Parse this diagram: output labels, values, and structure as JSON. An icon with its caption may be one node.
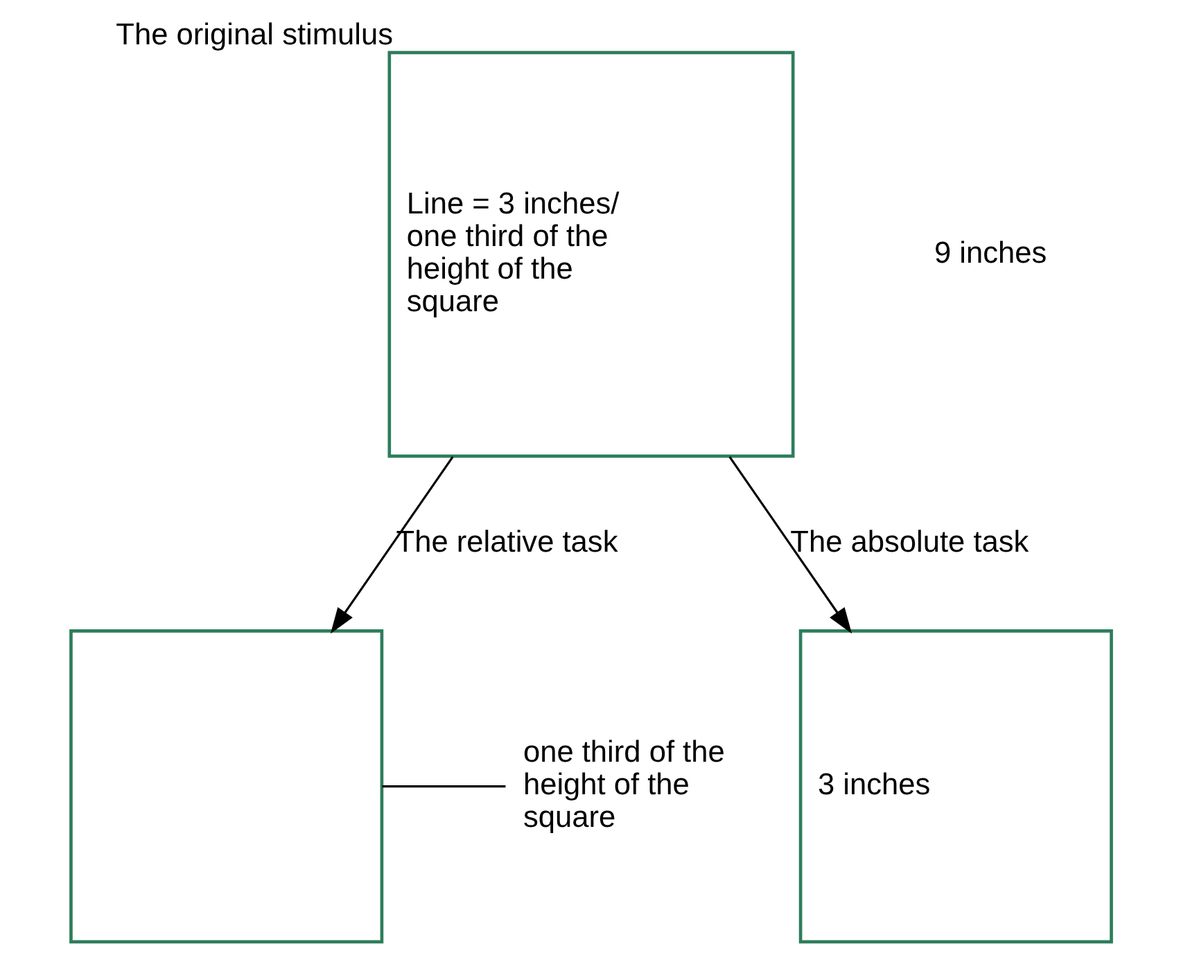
{
  "diagram": {
    "nodes": [
      {
        "text": [
          "Line = 3 inches/ one third of the height of the square"
        ],
        "beside": [
          "The original stimulus"
        ]
      },
      {
        "text": [],
        "shape": "box"
      },
      {
        "text": [
          "3 inches"
        ]
      },
      {
        "text": [
          "one third of the height of the square"
        ]
      }
    ],
    "edges": [
      {
        "from": 0,
        "to": 1,
        "arrow": "to",
        "label": "The relative task"
      },
      {
        "from": 0,
        "to": 2,
        "arrow": "to",
        "label": "The absolute task"
      },
      {
        "from": 3,
        "to": 1,
        "arrow": "none"
      }
    ],
    "labels": [
      "9 inches"
    ]
  }
}
